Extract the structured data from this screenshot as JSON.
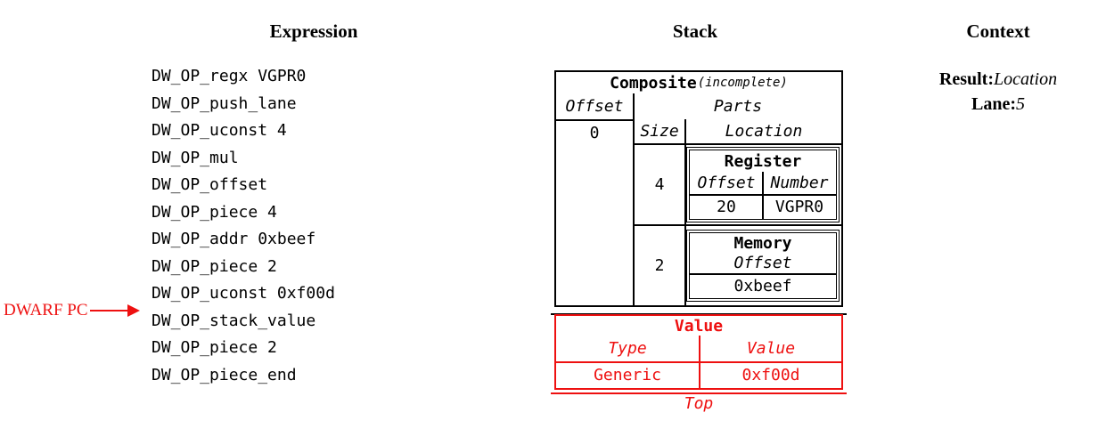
{
  "headers": {
    "expression": "Expression",
    "stack": "Stack",
    "context": "Context"
  },
  "expression": {
    "items": [
      "DW_OP_regx VGPR0",
      "DW_OP_push_lane",
      "DW_OP_uconst 4",
      "DW_OP_mul",
      "DW_OP_offset",
      "DW_OP_piece 4",
      "DW_OP_addr 0xbeef",
      "DW_OP_piece 2",
      "DW_OP_uconst 0xf00d",
      "DW_OP_stack_value",
      "DW_OP_piece 2",
      "DW_OP_piece_end"
    ],
    "pc_annotation": {
      "label": "DWARF PC"
    }
  },
  "stack": {
    "composite": {
      "title": "Composite",
      "qualifier": "(incomplete)",
      "offset_header": "Offset",
      "parts_header": "Parts",
      "offset_value": "0",
      "size_header": "Size",
      "location_header": "Location",
      "parts": [
        {
          "size": "4",
          "kind": "Register",
          "offset_header": "Offset",
          "number_header": "Number",
          "offset_value": "20",
          "number_value": "VGPR0"
        },
        {
          "size": "2",
          "kind": "Memory",
          "offset_header": "Offset",
          "offset_value": "0xbeef"
        }
      ]
    },
    "value_entry": {
      "title": "Value",
      "type_header": "Type",
      "value_header": "Value",
      "type_value": "Generic",
      "value_value": "0xf00d"
    },
    "top_label": "Top"
  },
  "context": {
    "result_label": "Result:",
    "result_value": "Location",
    "lane_label": "Lane:",
    "lane_value": "5"
  },
  "colors": {
    "accent_red": "#ee1010",
    "line_black": "#000000"
  }
}
